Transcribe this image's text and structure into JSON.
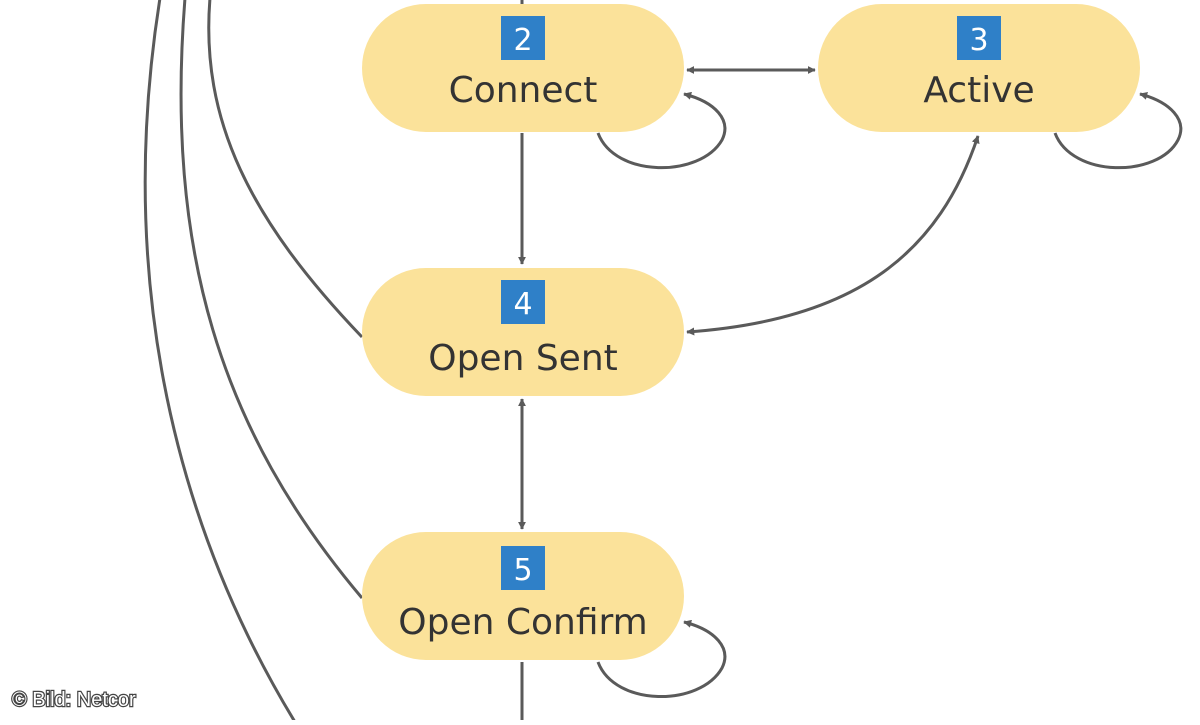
{
  "states": [
    {
      "id": "connect",
      "number": "2",
      "label": "Connect"
    },
    {
      "id": "active",
      "number": "3",
      "label": "Active"
    },
    {
      "id": "open-sent",
      "number": "4",
      "label": "Open Sent"
    },
    {
      "id": "open-confirm",
      "number": "5",
      "label": "Open Confirm"
    }
  ],
  "credit": "© Bild: Netcor",
  "colors": {
    "node_fill": "#fbe29a",
    "badge_fill": "#2f80c8",
    "edge": "#5a5a5a",
    "text": "#333333"
  }
}
